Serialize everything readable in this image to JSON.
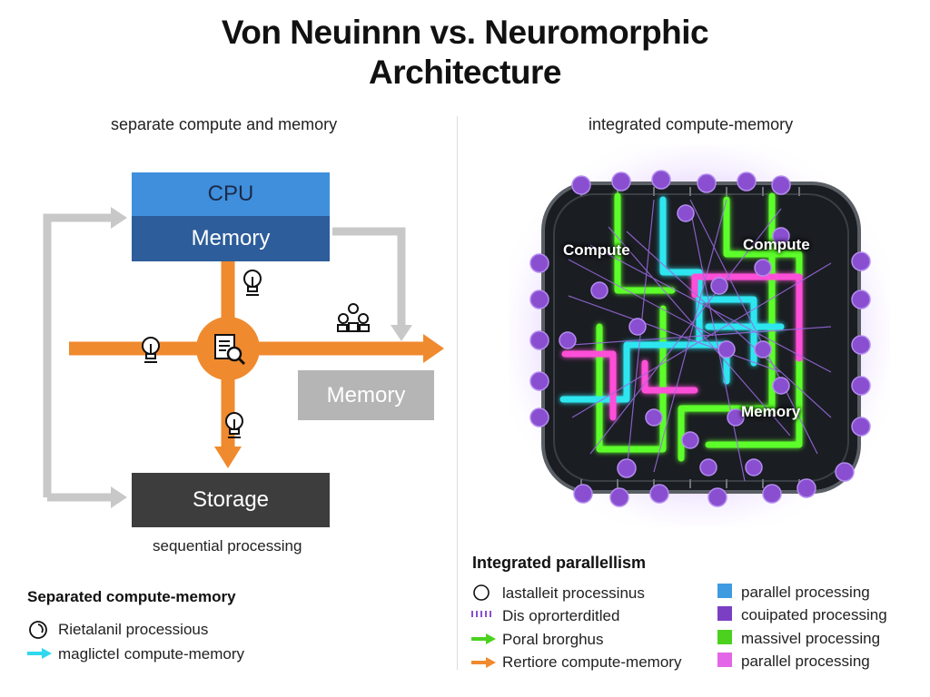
{
  "title_line1": "Von Neuinnn vs. Neuromorphic",
  "title_line2": "Architecture",
  "left": {
    "subtitle": "separate compute and memory",
    "cpu_label": "CPU",
    "memory_label": "Memory",
    "memory2_label": "Memory",
    "storage_label": "Storage",
    "caption": "sequential processing",
    "icons": [
      "lightbulb-icon",
      "lightbulb-icon",
      "lightbulb-icon",
      "document-search-icon",
      "people-group-icon"
    ],
    "legend": {
      "title": "Separated compute-memory",
      "items": [
        {
          "icon": "clock-icon",
          "label": "Rietalanil processious"
        },
        {
          "icon": "cyan-arrow-icon",
          "label": "maglicteI compute-memory"
        }
      ]
    }
  },
  "right": {
    "subtitle": "integrated compute-memory",
    "chip_labels": [
      "Compute",
      "Compute",
      "Memory"
    ],
    "legend": {
      "title": "Integrated parallellism",
      "items": [
        {
          "icon": "circle-outline-icon",
          "label": "lastalleit processinus"
        },
        {
          "icon": "purple-dotted-line-icon",
          "label": "Dis oprorterditled"
        },
        {
          "icon": "green-arrow-icon",
          "label": "Poral brorghus"
        },
        {
          "icon": "orange-arrow-icon",
          "label": "Rertiore compute-memory"
        }
      ],
      "color_items": [
        {
          "color": "#3f9be0",
          "label": "parallel processing"
        },
        {
          "color": "#7b3fc4",
          "label": "couipated processing"
        },
        {
          "color": "#4cd11f",
          "label": "massivel processing"
        },
        {
          "color": "#e466e8",
          "label": "parallel processing"
        }
      ]
    }
  },
  "colors": {
    "orange": "#f08a2e",
    "gray_arrow": "#c8c8c8",
    "cyan": "#2ee6f0",
    "green": "#5dff2a",
    "pink": "#ff4fd8",
    "purple": "#8a4fd0"
  }
}
